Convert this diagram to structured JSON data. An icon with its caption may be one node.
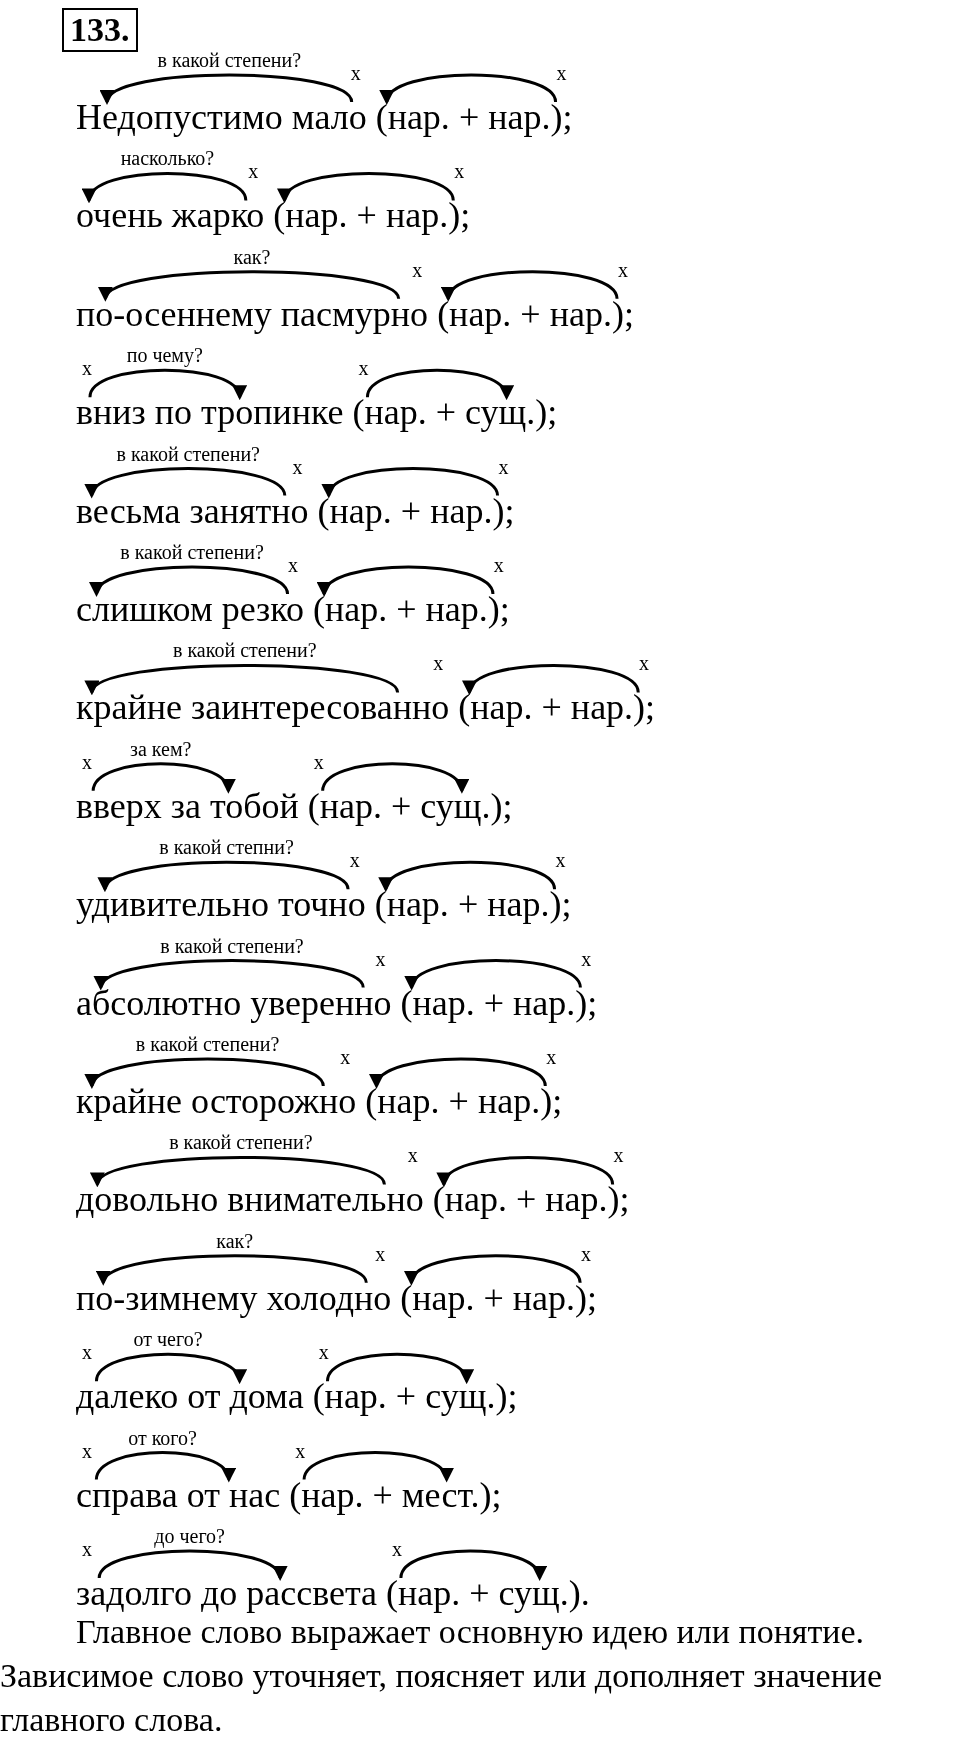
{
  "diagram": {
    "title": "133.",
    "nodes": [
      {
        "text": [
          "Недопустимо"
        ]
      },
      {
        "text": [
          "мало"
        ],
        "beside": [
          "x"
        ]
      },
      {
        "text": [
          "(нар."
        ]
      },
      {
        "text": [
          "нар.);"
        ],
        "beside": [
          "x"
        ]
      },
      {
        "text": [
          "очень"
        ]
      },
      {
        "text": [
          "жарко"
        ],
        "beside": [
          "x"
        ]
      },
      {
        "text": [
          "(нар."
        ]
      },
      {
        "text": [
          "нар.);"
        ],
        "beside": [
          "x"
        ]
      },
      {
        "text": [
          "по-осеннему"
        ]
      },
      {
        "text": [
          "пасмурно"
        ],
        "beside": [
          "x"
        ]
      },
      {
        "text": [
          "(нар."
        ]
      },
      {
        "text": [
          "нар.);"
        ],
        "beside": [
          "x"
        ]
      },
      {
        "text": [
          "вниз"
        ],
        "beside": [
          "x"
        ]
      },
      {
        "text": [
          "по тропинке"
        ]
      },
      {
        "text": [
          "(нар."
        ],
        "beside": [
          "x"
        ]
      },
      {
        "text": [
          "сущ.);"
        ]
      },
      {
        "text": [
          "весьма"
        ]
      },
      {
        "text": [
          "занятно"
        ],
        "beside": [
          "x"
        ]
      },
      {
        "text": [
          "(нар."
        ]
      },
      {
        "text": [
          "нар.);"
        ],
        "beside": [
          "x"
        ]
      },
      {
        "text": [
          "слишком"
        ]
      },
      {
        "text": [
          "резко"
        ],
        "beside": [
          "x"
        ]
      },
      {
        "text": [
          "(нар."
        ]
      },
      {
        "text": [
          "нар.);"
        ],
        "beside": [
          "x"
        ]
      },
      {
        "text": [
          "крайне"
        ]
      },
      {
        "text": [
          "заинтересованно"
        ],
        "beside": [
          "x"
        ]
      },
      {
        "text": [
          "(нар."
        ]
      },
      {
        "text": [
          "нар.);"
        ],
        "beside": [
          "x"
        ]
      },
      {
        "text": [
          "вверх"
        ],
        "beside": [
          "x"
        ]
      },
      {
        "text": [
          "за тобой"
        ]
      },
      {
        "text": [
          "(нар."
        ],
        "beside": [
          "x"
        ]
      },
      {
        "text": [
          "сущ.);"
        ]
      },
      {
        "text": [
          "удивительно"
        ]
      },
      {
        "text": [
          "точно"
        ],
        "beside": [
          "x"
        ]
      },
      {
        "text": [
          "(нар."
        ]
      },
      {
        "text": [
          "нар.);"
        ],
        "beside": [
          "x"
        ]
      },
      {
        "text": [
          "абсолютно"
        ]
      },
      {
        "text": [
          "уверенно"
        ],
        "beside": [
          "x"
        ]
      },
      {
        "text": [
          "(нар."
        ]
      },
      {
        "text": [
          "нар.);"
        ],
        "beside": [
          "x"
        ]
      },
      {
        "text": [
          "крайне"
        ]
      },
      {
        "text": [
          "осторожно"
        ],
        "beside": [
          "x"
        ]
      },
      {
        "text": [
          "(нар."
        ]
      },
      {
        "text": [
          "нар.);"
        ],
        "beside": [
          "x"
        ]
      },
      {
        "text": [
          "довольно"
        ]
      },
      {
        "text": [
          "внимательно"
        ],
        "beside": [
          "x"
        ]
      },
      {
        "text": [
          "(нар."
        ]
      },
      {
        "text": [
          "нар.);"
        ],
        "beside": [
          "x"
        ]
      },
      {
        "text": [
          "по-зимнему"
        ]
      },
      {
        "text": [
          "холодно"
        ],
        "beside": [
          "x"
        ]
      },
      {
        "text": [
          "(нар."
        ]
      },
      {
        "text": [
          "нар.);"
        ],
        "beside": [
          "x"
        ]
      },
      {
        "text": [
          "далеко"
        ],
        "beside": [
          "x"
        ]
      },
      {
        "text": [
          "от дома"
        ]
      },
      {
        "text": [
          "(нар."
        ],
        "beside": [
          "x"
        ]
      },
      {
        "text": [
          "сущ.);"
        ]
      },
      {
        "text": [
          "справа"
        ],
        "beside": [
          "x"
        ]
      },
      {
        "text": [
          "от нас"
        ]
      },
      {
        "text": [
          "(нар."
        ],
        "beside": [
          "x"
        ]
      },
      {
        "text": [
          "мест.);"
        ]
      },
      {
        "text": [
          "задолго"
        ],
        "beside": [
          "x"
        ]
      },
      {
        "text": [
          "до рассвета"
        ]
      },
      {
        "text": [
          "(нар."
        ],
        "beside": [
          "x"
        ]
      },
      {
        "text": [
          "сущ.)."
        ]
      }
    ],
    "edges": [
      {
        "from": 1,
        "to": 0,
        "arrow": "to",
        "label": "в какой степени?"
      },
      {
        "from": 3,
        "to": 2,
        "arrow": "to"
      },
      {
        "from": 5,
        "to": 4,
        "arrow": "to",
        "label": "насколько?"
      },
      {
        "from": 7,
        "to": 6,
        "arrow": "to"
      },
      {
        "from": 9,
        "to": 8,
        "arrow": "to",
        "label": "как?"
      },
      {
        "from": 11,
        "to": 10,
        "arrow": "to"
      },
      {
        "from": 12,
        "to": 13,
        "arrow": "to",
        "label": "по чему?"
      },
      {
        "from": 14,
        "to": 15,
        "arrow": "to"
      },
      {
        "from": 17,
        "to": 16,
        "arrow": "to",
        "label": "в какой степени?"
      },
      {
        "from": 19,
        "to": 18,
        "arrow": "to"
      },
      {
        "from": 21,
        "to": 20,
        "arrow": "to",
        "label": "в какой степени?"
      },
      {
        "from": 23,
        "to": 22,
        "arrow": "to"
      },
      {
        "from": 25,
        "to": 24,
        "arrow": "to",
        "label": "в какой степени?"
      },
      {
        "from": 27,
        "to": 26,
        "arrow": "to"
      },
      {
        "from": 28,
        "to": 29,
        "arrow": "to",
        "label": "за кем?"
      },
      {
        "from": 30,
        "to": 31,
        "arrow": "to"
      },
      {
        "from": 33,
        "to": 32,
        "arrow": "to",
        "label": "в какой степни?"
      },
      {
        "from": 35,
        "to": 34,
        "arrow": "to"
      },
      {
        "from": 37,
        "to": 36,
        "arrow": "to",
        "label": "в какой степени?"
      },
      {
        "from": 39,
        "to": 38,
        "arrow": "to"
      },
      {
        "from": 41,
        "to": 40,
        "arrow": "to",
        "label": "в какой степени?"
      },
      {
        "from": 43,
        "to": 42,
        "arrow": "to"
      },
      {
        "from": 45,
        "to": 44,
        "arrow": "to",
        "label": "в какой степени?"
      },
      {
        "from": 47,
        "to": 46,
        "arrow": "to"
      },
      {
        "from": 49,
        "to": 48,
        "arrow": "to",
        "label": "как?"
      },
      {
        "from": 51,
        "to": 50,
        "arrow": "to"
      },
      {
        "from": 52,
        "to": 53,
        "arrow": "to",
        "label": "от чего?"
      },
      {
        "from": 54,
        "to": 55,
        "arrow": "to"
      },
      {
        "from": 56,
        "to": 57,
        "arrow": "to",
        "label": "от кого?"
      },
      {
        "from": 58,
        "to": 59,
        "arrow": "to"
      },
      {
        "from": 60,
        "to": 61,
        "arrow": "to",
        "label": "до чего?"
      },
      {
        "from": 62,
        "to": 63,
        "arrow": "to"
      }
    ],
    "labels": [
      "+",
      "+",
      "+",
      "+",
      "+",
      "+",
      "+",
      "+",
      "+",
      "+",
      "+",
      "+",
      "+",
      "+",
      "+",
      "+",
      "Главное слово выражает основную идею или понятие.",
      "Зависимое слово уточняет, поясняет или дополняет значение главного слова."
    ]
  }
}
